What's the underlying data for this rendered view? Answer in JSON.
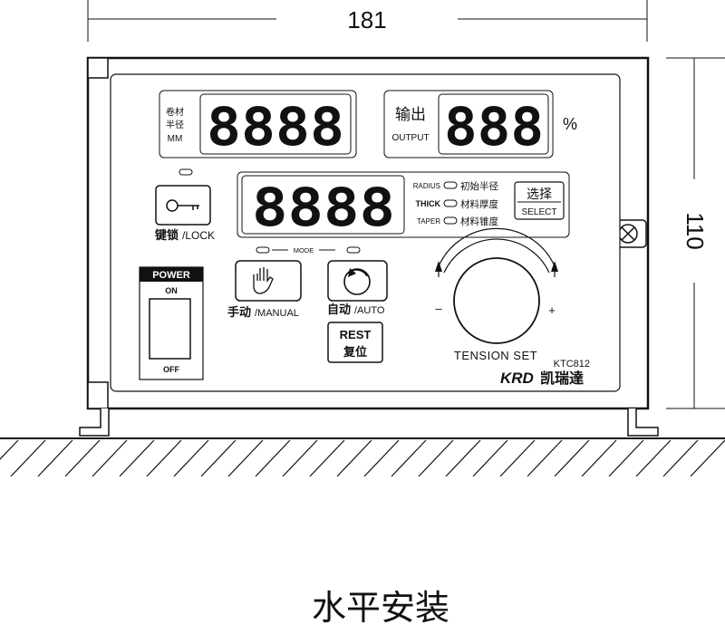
{
  "dimensions": {
    "width": "181",
    "height": "110"
  },
  "displays": {
    "roll_diameter": {
      "label_line1": "卷材",
      "label_line2": "半径",
      "label_unit": "MM",
      "digits": "8888"
    },
    "output": {
      "label_cn": "输出",
      "label_en": "OUTPUT",
      "digits": "888",
      "unit": "%"
    },
    "main": {
      "digits": "8888"
    }
  },
  "modes": {
    "radius": {
      "en": "RADIUS",
      "cn": "初始半径"
    },
    "thick": {
      "en": "THICK",
      "cn": "材料厚度"
    },
    "taper": {
      "en": "TAPER",
      "cn": "材料锥度"
    }
  },
  "select_button": {
    "cn": "选择",
    "en": "SELECT"
  },
  "lock_button": {
    "cn": "键锁",
    "en": "/LOCK"
  },
  "mode_label": "MODE",
  "manual_button": {
    "cn": "手动",
    "en": "/MANUAL"
  },
  "auto_button": {
    "cn": "自动",
    "en": "/AUTO"
  },
  "reset_button": {
    "en": "REST",
    "cn": "复位"
  },
  "power_switch": {
    "title": "POWER",
    "on": "ON",
    "off": "OFF"
  },
  "knob": {
    "label": "TENSION SET",
    "minus": "–",
    "plus": "+"
  },
  "brand": {
    "model": "KTC812",
    "logo": "KRD",
    "name": "凯瑞達"
  },
  "caption": "水平安装",
  "icons": [
    "key-icon",
    "hand-icon",
    "auto-rotate-icon",
    "screw-icon"
  ]
}
